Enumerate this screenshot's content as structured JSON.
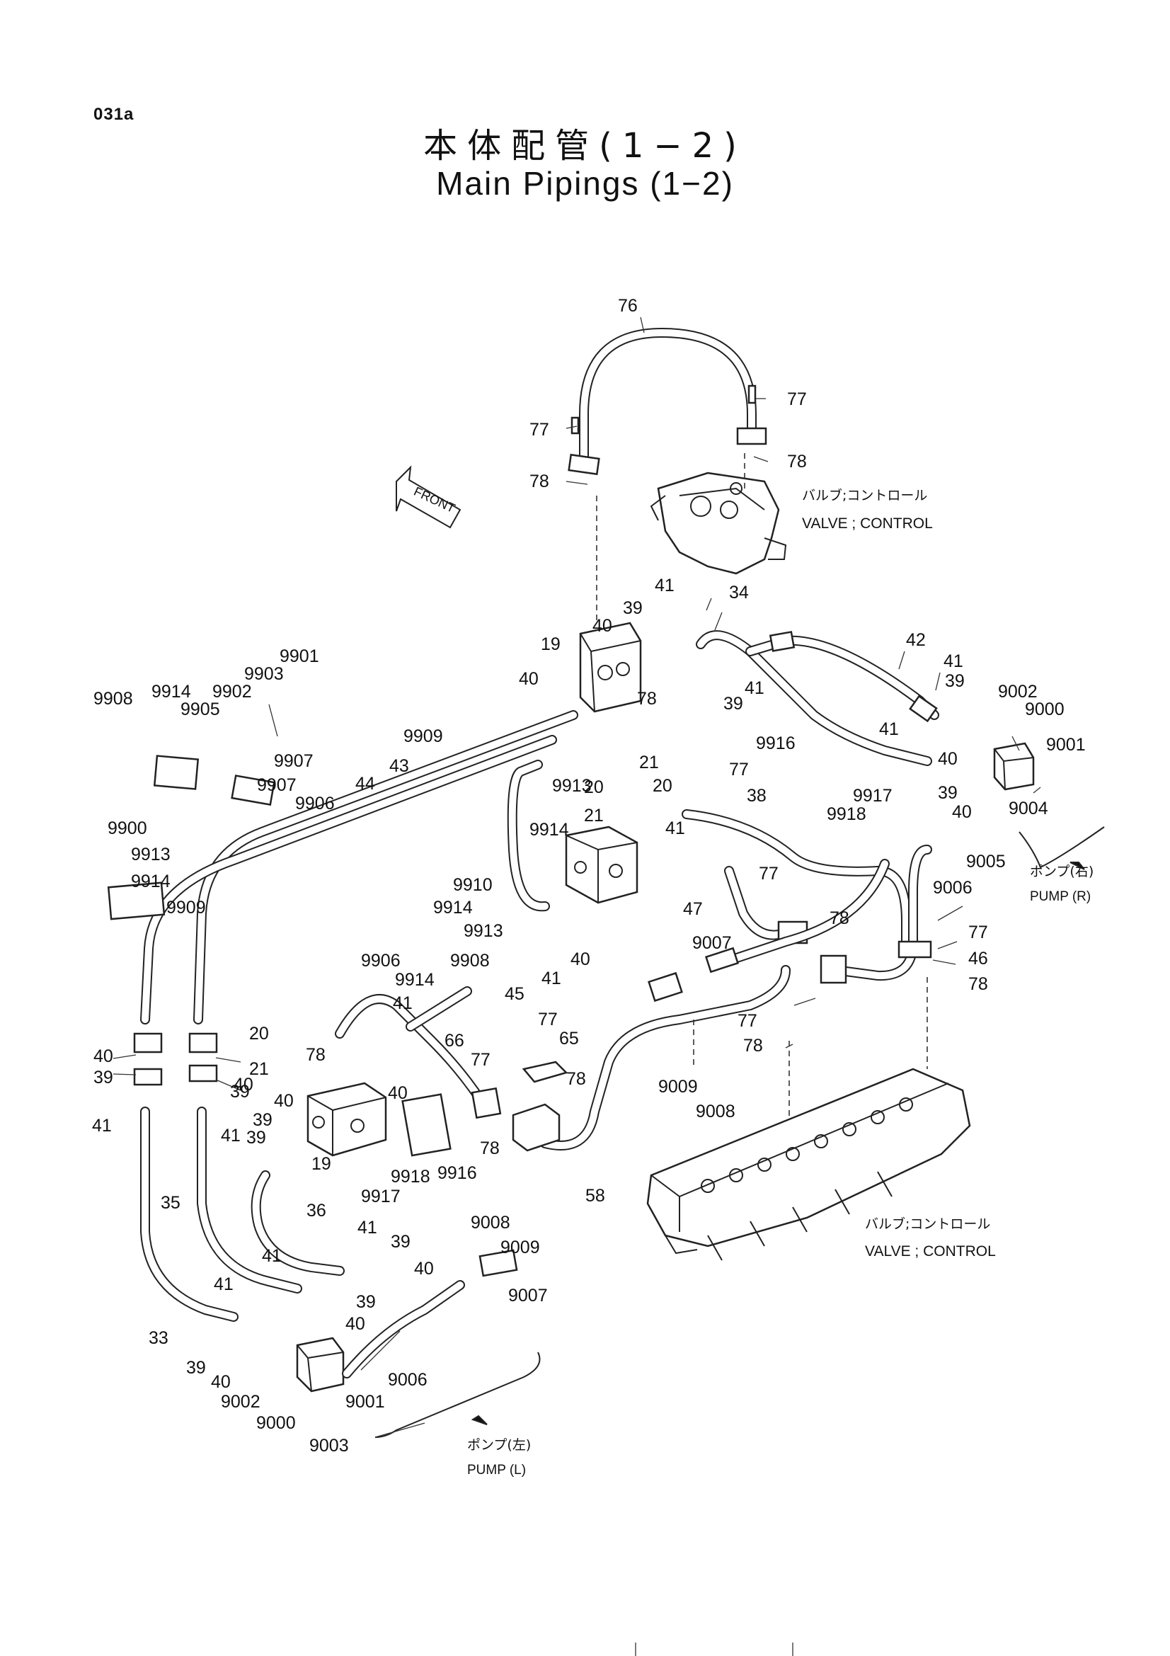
{
  "page_code": "031a",
  "title_jp": "本体配管(1−2)",
  "title_en": "Main Pipings (1−2)",
  "front_label": "FRONT",
  "notes": {
    "valve_upper_jp": "バルブ;コントロール",
    "valve_upper_en": "VALVE ; CONTROL",
    "valve_lower_jp": "バルブ;コントロール",
    "valve_lower_en": "VALVE ; CONTROL",
    "pump_r_jp": "ポンプ(右)",
    "pump_r_en": "PUMP (R)",
    "pump_l_jp": "ポンプ(左)",
    "pump_l_en": "PUMP (L)"
  },
  "callouts": [
    {
      "text": "76"
    },
    {
      "text": "77"
    },
    {
      "text": "77"
    },
    {
      "text": "78"
    },
    {
      "text": "78"
    },
    {
      "text": "41"
    },
    {
      "text": "34"
    },
    {
      "text": "39"
    },
    {
      "text": "40"
    },
    {
      "text": "42"
    },
    {
      "text": "19"
    },
    {
      "text": "40"
    },
    {
      "text": "78"
    },
    {
      "text": "41"
    },
    {
      "text": "39"
    },
    {
      "text": "41"
    },
    {
      "text": "9002"
    },
    {
      "text": "9000"
    },
    {
      "text": "9001"
    },
    {
      "text": "39"
    },
    {
      "text": "40"
    },
    {
      "text": "9916"
    },
    {
      "text": "41"
    },
    {
      "text": "9917"
    },
    {
      "text": "9918"
    },
    {
      "text": "9901"
    },
    {
      "text": "9903"
    },
    {
      "text": "9908"
    },
    {
      "text": "9914"
    },
    {
      "text": "9902"
    },
    {
      "text": "9905"
    },
    {
      "text": "9907"
    },
    {
      "text": "9909"
    },
    {
      "text": "43"
    },
    {
      "text": "44"
    },
    {
      "text": "9900"
    },
    {
      "text": "9907"
    },
    {
      "text": "9906"
    },
    {
      "text": "9913"
    },
    {
      "text": "20"
    },
    {
      "text": "21"
    },
    {
      "text": "21"
    },
    {
      "text": "20"
    },
    {
      "text": "77"
    },
    {
      "text": "9913"
    },
    {
      "text": "9914"
    },
    {
      "text": "9909"
    },
    {
      "text": "9914"
    },
    {
      "text": "41"
    },
    {
      "text": "38"
    },
    {
      "text": "39"
    },
    {
      "text": "40"
    },
    {
      "text": "9004"
    },
    {
      "text": "9005"
    },
    {
      "text": "9006"
    },
    {
      "text": "9910"
    },
    {
      "text": "9914"
    },
    {
      "text": "9913"
    },
    {
      "text": "9908"
    },
    {
      "text": "9906"
    },
    {
      "text": "9914"
    },
    {
      "text": "40"
    },
    {
      "text": "41"
    },
    {
      "text": "45"
    },
    {
      "text": "47"
    },
    {
      "text": "77"
    },
    {
      "text": "78"
    },
    {
      "text": "77"
    },
    {
      "text": "46"
    },
    {
      "text": "78"
    },
    {
      "text": "9007"
    },
    {
      "text": "77"
    },
    {
      "text": "78"
    },
    {
      "text": "41"
    },
    {
      "text": "20"
    },
    {
      "text": "78"
    },
    {
      "text": "21"
    },
    {
      "text": "40"
    },
    {
      "text": "39"
    },
    {
      "text": "41"
    },
    {
      "text": "66"
    },
    {
      "text": "77"
    },
    {
      "text": "77"
    },
    {
      "text": "65"
    },
    {
      "text": "78"
    },
    {
      "text": "40"
    },
    {
      "text": "40"
    },
    {
      "text": "39"
    },
    {
      "text": "39"
    },
    {
      "text": "9009"
    },
    {
      "text": "9008"
    },
    {
      "text": "40"
    },
    {
      "text": "39"
    },
    {
      "text": "41"
    },
    {
      "text": "19"
    },
    {
      "text": "78"
    },
    {
      "text": "9916"
    },
    {
      "text": "9917"
    },
    {
      "text": "9918"
    },
    {
      "text": "58"
    },
    {
      "text": "35"
    },
    {
      "text": "36"
    },
    {
      "text": "41"
    },
    {
      "text": "39"
    },
    {
      "text": "40"
    },
    {
      "text": "41"
    },
    {
      "text": "39"
    },
    {
      "text": "40"
    },
    {
      "text": "41"
    },
    {
      "text": "9008"
    },
    {
      "text": "9009"
    },
    {
      "text": "9007"
    },
    {
      "text": "33"
    },
    {
      "text": "39"
    },
    {
      "text": "40"
    },
    {
      "text": "9002"
    },
    {
      "text": "9006"
    },
    {
      "text": "9001"
    },
    {
      "text": "9000"
    },
    {
      "text": "9003"
    }
  ]
}
